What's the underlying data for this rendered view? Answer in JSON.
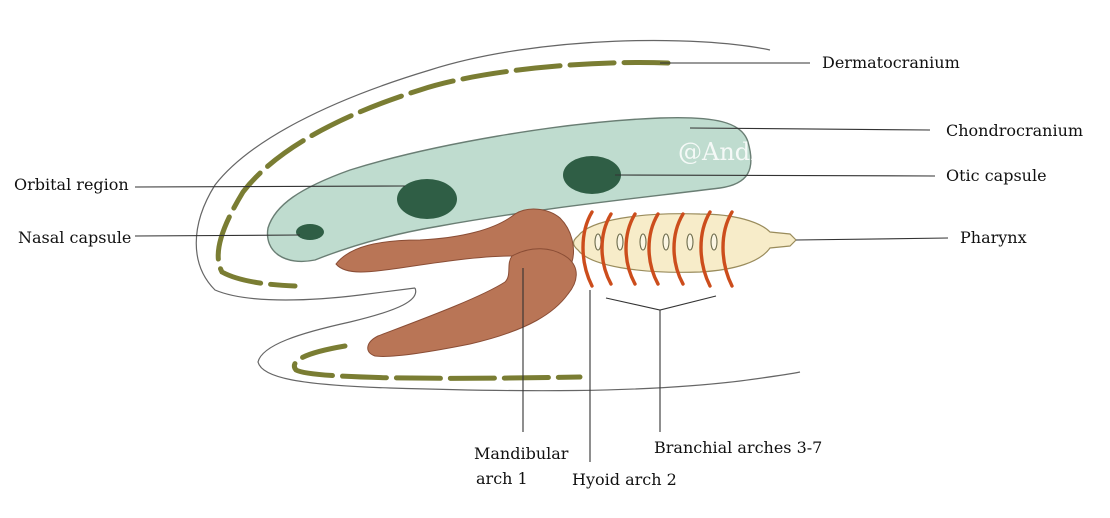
{
  "watermark": "@AndreaD",
  "labels": {
    "dermatocranium": "Dermatocranium",
    "chondrocranium": "Chondrocranium",
    "otic_capsule": "Otic capsule",
    "orbital_region": "Orbital region",
    "nasal_capsule": "Nasal capsule",
    "pharynx": "Pharynx",
    "mandibular_line1": "Mandibular",
    "mandibular_line2": "arch 1",
    "hyoid": "Hyoid arch 2",
    "branchial": "Branchial arches 3-7"
  },
  "colors": {
    "chondrocranium_fill": "#bfdccf",
    "capsule_fill": "#2f5e45",
    "dermal_bone": "#7a7d33",
    "mandibular_fill": "#b97556",
    "pharynx_fill": "#f7ecc9",
    "arch_stroke": "#cc4d1c"
  }
}
